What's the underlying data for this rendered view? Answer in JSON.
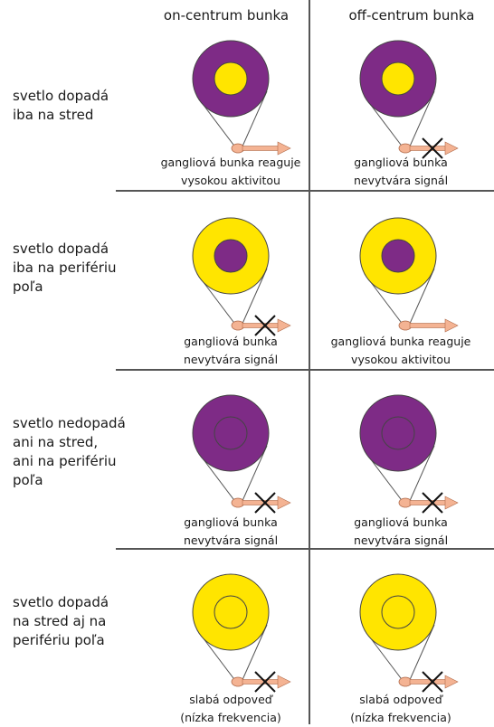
{
  "columns": {
    "on": "on-centrum bunka",
    "off": "off-centrum bunka"
  },
  "colors": {
    "light": "#FFE500",
    "dark": "#7E2B86",
    "axon": "#F4B393",
    "line": "#555555"
  },
  "rows": [
    {
      "label": [
        "svetlo dopadá",
        "iba na stred"
      ],
      "on": {
        "outer": "dark",
        "inner": "light",
        "signal": true,
        "caption": [
          "gangliová bunka reaguje",
          "vysokou aktivitou"
        ]
      },
      "off": {
        "outer": "dark",
        "inner": "light",
        "signal": false,
        "caption": [
          "gangliová bunka",
          "nevytvára signál"
        ]
      }
    },
    {
      "label": [
        "svetlo dopadá",
        "iba na perifériu",
        "poľa"
      ],
      "on": {
        "outer": "light",
        "inner": "dark",
        "signal": false,
        "caption": [
          "gangliová bunka",
          "nevytvára signál"
        ]
      },
      "off": {
        "outer": "light",
        "inner": "dark",
        "signal": true,
        "caption": [
          "gangliová bunka reaguje",
          "vysokou aktivitou"
        ]
      }
    },
    {
      "label": [
        "svetlo nedopadá",
        "ani na stred,",
        "ani na perifériu",
        "poľa"
      ],
      "on": {
        "outer": "dark",
        "inner": "dark",
        "signal": false,
        "caption": [
          "gangliová bunka",
          "nevytvára signál"
        ]
      },
      "off": {
        "outer": "dark",
        "inner": "dark",
        "signal": false,
        "caption": [
          "gangliová bunka",
          "nevytvára signál"
        ]
      }
    },
    {
      "label": [
        "svetlo dopadá",
        "na stred aj na",
        "perifériu poľa"
      ],
      "on": {
        "outer": "light",
        "inner": "light",
        "signal": false,
        "caption": [
          "slabá odpoveď",
          "(nízka frekvencia)"
        ]
      },
      "off": {
        "outer": "light",
        "inner": "light",
        "signal": false,
        "caption": [
          "slabá odpoveď",
          "(nízka frekvencia)"
        ]
      }
    }
  ]
}
